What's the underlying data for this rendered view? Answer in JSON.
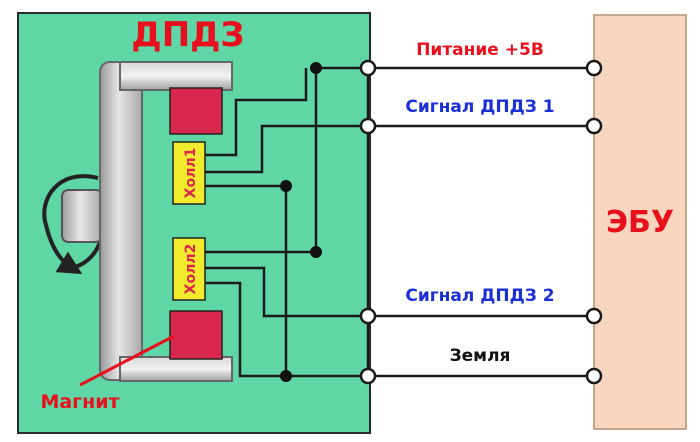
{
  "sensor": {
    "title": "ДПДЗ",
    "hall_1": "Холл1",
    "hall_2": "Холл2",
    "magnet_label": "Магнит"
  },
  "ecu": {
    "label": "ЭБУ"
  },
  "wires": {
    "power": "Питание +5В",
    "signal_1": "Сигнал ДПДЗ 1",
    "signal_2": "Сигнал ДПДЗ 2",
    "ground": "Земля"
  },
  "colors": {
    "sensor_fill": "#5fd6a6",
    "ecu_fill": "#f7d6c0",
    "magnet_fill": "#d9264c",
    "hall_fill": "#f2ea2c",
    "red_text": "#e8101c",
    "blue_text": "#1a2fd6",
    "wire": "#1a1a1a"
  }
}
